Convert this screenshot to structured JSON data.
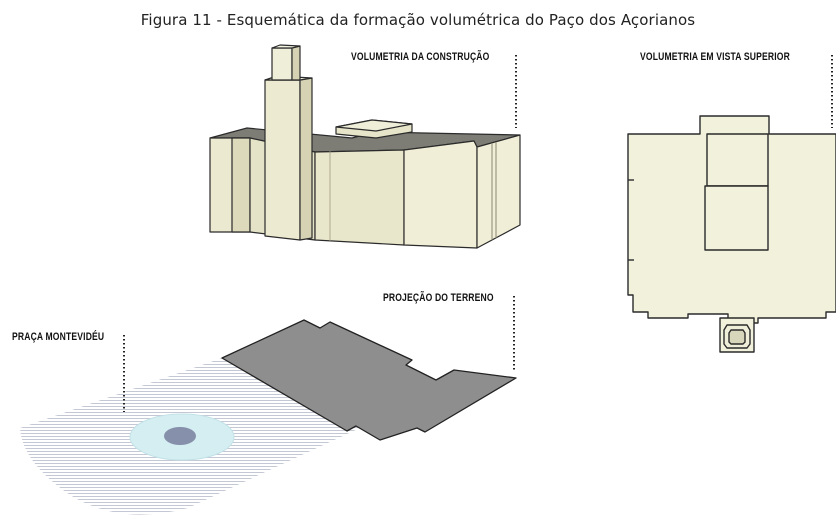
{
  "figure": {
    "caption": "Figura 11 - Esquemática da formação volumétrica do Paço dos Açorianos"
  },
  "labels": {
    "building_volume": "VOLUMETRIA DA CONSTRUÇÃO",
    "top_view": "VOLUMETRIA EM VISTA SUPERIOR",
    "terrain_projection": "PROJEÇÃO DO TERRENO",
    "square": "PRAÇA MONTEVIDÉU"
  },
  "colors": {
    "building_front": "#efeed6",
    "building_side": "#dbd9bc",
    "building_top": "#7e7e77",
    "terrain_fill": "#8f8f8f",
    "plaza_stripes": "#c9ccd6",
    "pond": "#d6eef2",
    "pond_center": "#8a93ad"
  }
}
